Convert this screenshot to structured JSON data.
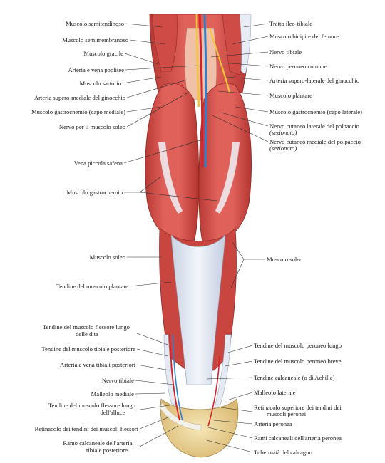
{
  "diagram": {
    "labels_left": [
      {
        "id": "semitendinoso",
        "lines": [
          "Muscolo semitendinoso"
        ]
      },
      {
        "id": "semimembranoso",
        "lines": [
          "Muscolo semimembranoso"
        ]
      },
      {
        "id": "gracile",
        "lines": [
          "Muscolo gracile"
        ]
      },
      {
        "id": "arteria-vena-poplitee",
        "lines": [
          "Arteria e vena poplitee"
        ]
      },
      {
        "id": "sartorio",
        "lines": [
          "Muscolo sartorio"
        ]
      },
      {
        "id": "arteria-supero-mediale",
        "lines": [
          "Arteria supero-mediale del ginocchio"
        ]
      },
      {
        "id": "gastrocnemio-mediale",
        "lines": [
          "Muscolo gastrocnemio (capo mediale)"
        ]
      },
      {
        "id": "nervo-soleo",
        "lines": [
          "Nervo per il muscolo soleo"
        ]
      },
      {
        "id": "vena-piccola-safena",
        "lines": [
          "Vena piccola safena"
        ]
      },
      {
        "id": "gastrocnemio",
        "lines": [
          "Muscolo gastrocnemio"
        ]
      },
      {
        "id": "soleo-left",
        "lines": [
          "Muscolo soleo"
        ]
      },
      {
        "id": "tendine-plantare",
        "lines": [
          "Tendine del muscolo plantare"
        ]
      },
      {
        "id": "tendine-flessore-dita",
        "lines": [
          "Tendine del muscolo flessore lungo",
          "delle dita"
        ]
      },
      {
        "id": "tendine-tibiale-posteriore",
        "lines": [
          "Tendine del muscolo tibiale posteriore"
        ]
      },
      {
        "id": "arteria-vena-tibiali",
        "lines": [
          "Arteria e vena tibiali posteriori"
        ]
      },
      {
        "id": "nervo-tibiale-left",
        "lines": [
          "Nervo tibiale"
        ]
      },
      {
        "id": "malleolo-mediale",
        "lines": [
          "Malleolo mediale"
        ]
      },
      {
        "id": "tendine-flessore-alluce",
        "lines": [
          "Tendine del muscolo flessore lungo",
          "dell'alluce"
        ]
      },
      {
        "id": "retinacolo-flessori",
        "lines": [
          "Retinacolo dei tendini dei muscoli flessori"
        ]
      },
      {
        "id": "ramo-calcaneale",
        "lines": [
          "Ramo calcaneale dell'arteria",
          "tibiale posteriore"
        ]
      }
    ],
    "labels_right": [
      {
        "id": "tratto-ileo-tibiale",
        "lines": [
          "Tratto ileo-tibiale"
        ],
        "italic": []
      },
      {
        "id": "bicipite",
        "lines": [
          "Muscolo bicipite del femore"
        ],
        "italic": []
      },
      {
        "id": "nervo-tibiale-right",
        "lines": [
          "Nervo tibiale"
        ],
        "italic": []
      },
      {
        "id": "nervo-peroneo-comune",
        "lines": [
          "Nervo peroneo comune"
        ],
        "italic": []
      },
      {
        "id": "arteria-supero-laterale",
        "lines": [
          "Arteria supero-laterale del ginocchio"
        ],
        "italic": []
      },
      {
        "id": "plantare",
        "lines": [
          "Muscolo plantare"
        ],
        "italic": []
      },
      {
        "id": "gastrocnemio-laterale",
        "lines": [
          "Muscolo gastrocnemio (capo laterale)"
        ],
        "italic": []
      },
      {
        "id": "nervo-cutaneo-laterale",
        "lines": [
          "Nervo cutaneo laterale del polpaccio",
          "(sezionato)"
        ],
        "italic": [
          1
        ]
      },
      {
        "id": "nervo-cutaneo-mediale",
        "lines": [
          "Nervo cutaneo mediale del polpaccio",
          "(sezionato)"
        ],
        "italic": [
          1
        ]
      },
      {
        "id": "soleo-right",
        "lines": [
          "Muscolo soleo"
        ],
        "italic": []
      },
      {
        "id": "tendine-peroneo-lungo",
        "lines": [
          "Tendine del muscolo peroneo lungo"
        ],
        "italic": []
      },
      {
        "id": "tendine-peroneo-breve",
        "lines": [
          "Tendine del muscolo peroneo breve"
        ],
        "italic": []
      },
      {
        "id": "tendine-calcaneale",
        "lines": [
          "Tendine calcaneale (o di Achille)"
        ],
        "italic": []
      },
      {
        "id": "malleolo-laterale",
        "lines": [
          "Malleolo laterale"
        ],
        "italic": []
      },
      {
        "id": "retinacolo-peronei",
        "lines": [
          "Retinacolo superiore dei tendini dei",
          "muscoli peronei"
        ],
        "italic": []
      },
      {
        "id": "arteria-peronea",
        "lines": [
          "Arteria peronea"
        ],
        "italic": []
      },
      {
        "id": "rami-calcaneali",
        "lines": [
          "Rami calcaneali dell'arteria peronea"
        ],
        "italic": []
      },
      {
        "id": "tuberosita-calcagno",
        "lines": [
          "Tuberosità del calcagno"
        ],
        "italic": []
      }
    ],
    "colors": {
      "muscle": "#d9504a",
      "muscle_dark": "#b8332f",
      "tendon": "#e4e9f2",
      "artery": "#d8202a",
      "vein": "#2f7fd0",
      "nerve": "#f2c63a",
      "bone": "#f0dfa6"
    }
  }
}
